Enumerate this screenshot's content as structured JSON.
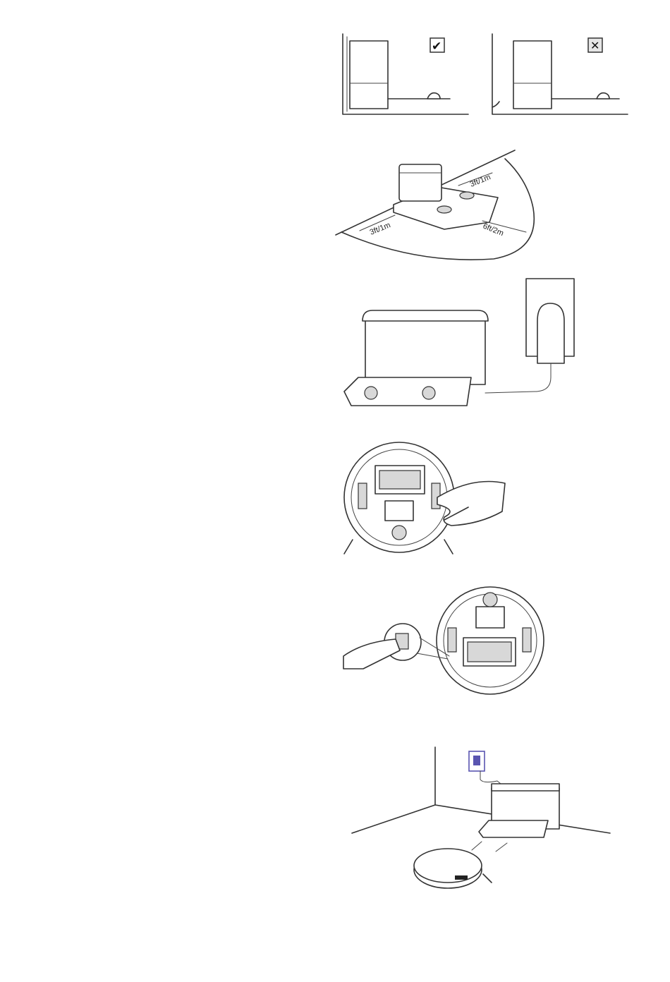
{
  "figures": {
    "placement": {
      "correct_mark": "✔",
      "wrong_mark": "✕"
    },
    "clearance": {
      "left_label": "3ft/1m",
      "top_label": "3ft/1m",
      "front_label": "6ft/2m"
    }
  },
  "icons": {
    "correct": "check-mark-icon",
    "wrong": "cross-mark-icon",
    "outlet": "wall-outlet-icon"
  },
  "colors": {
    "line": "#333333",
    "background": "#ffffff",
    "outlet_accent": "#5a55b0"
  }
}
